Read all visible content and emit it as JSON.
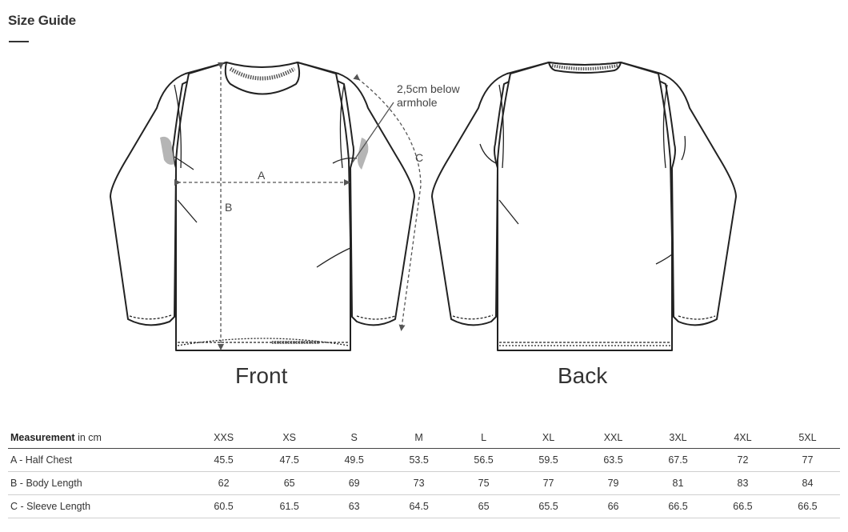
{
  "header": {
    "title": "Size Guide"
  },
  "diagram": {
    "front_label": "Front",
    "back_label": "Back",
    "armhole_note": [
      "2,5cm below",
      "armhole"
    ],
    "markers": {
      "a": "A",
      "b": "B",
      "c": "C"
    }
  },
  "table": {
    "header_bold": "Measurement",
    "header_unit": " in cm",
    "sizes": [
      "XXS",
      "XS",
      "S",
      "M",
      "L",
      "XL",
      "XXL",
      "3XL",
      "4XL",
      "5XL"
    ],
    "rows": [
      {
        "label": "A - Half Chest",
        "values": [
          "45.5",
          "47.5",
          "49.5",
          "53.5",
          "56.5",
          "59.5",
          "63.5",
          "67.5",
          "72",
          "77"
        ]
      },
      {
        "label": "B - Body Length",
        "values": [
          "62",
          "65",
          "69",
          "73",
          "75",
          "77",
          "79",
          "81",
          "83",
          "84"
        ]
      },
      {
        "label": "C - Sleeve Length",
        "values": [
          "60.5",
          "61.5",
          "63",
          "64.5",
          "65",
          "65.5",
          "66",
          "66.5",
          "66.5",
          "66.5"
        ]
      }
    ]
  }
}
